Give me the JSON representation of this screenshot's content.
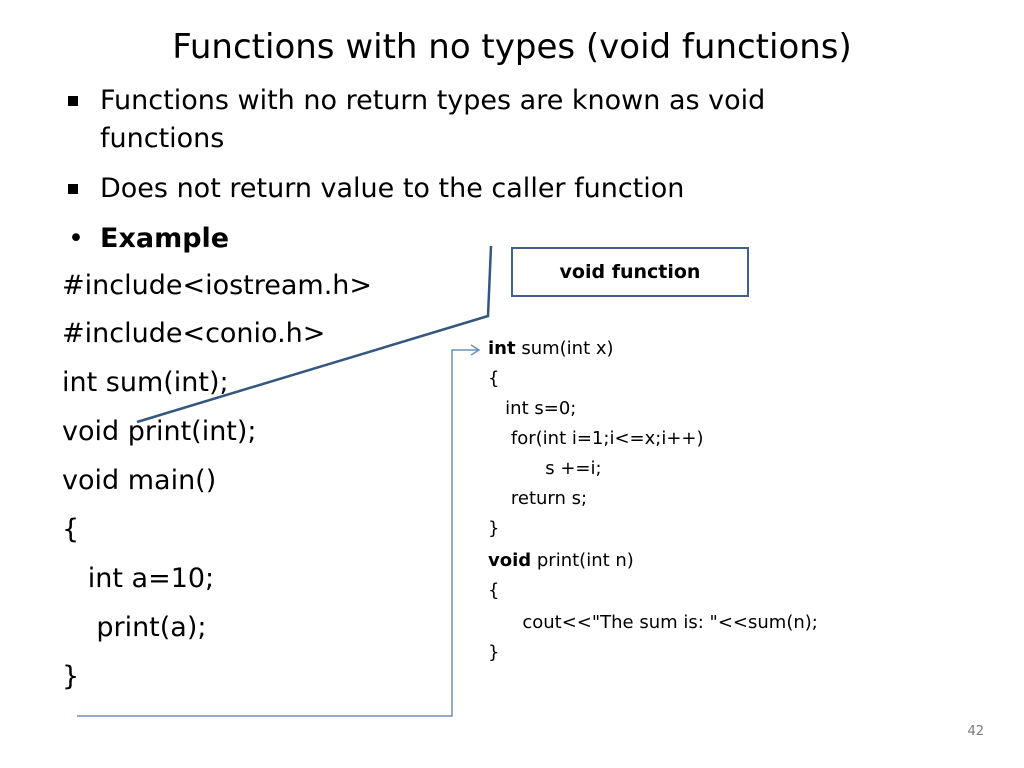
{
  "slide": {
    "title": "Functions with no types (void functions)",
    "bullets": [
      {
        "marker": "square",
        "text": "Functions with no return types are known as void functions"
      },
      {
        "marker": "square",
        "text": "Does not return value to the caller function"
      },
      {
        "marker": "dot",
        "text": "Example"
      }
    ],
    "left_code": [
      "#include<iostream.h>",
      "#include<conio.h>",
      "int sum(int);",
      "void print(int);",
      "void main()",
      "{",
      "   int a=10;",
      "    print(a);",
      "}"
    ],
    "callout_label": "void function",
    "right_code": [
      {
        "kw": "int",
        "rest": " sum(int x)"
      },
      {
        "kw": "",
        "rest": "{"
      },
      {
        "kw": "",
        "rest": "   int s=0;"
      },
      {
        "kw": "",
        "rest": "    for(int i=1;i<=x;i++)"
      },
      {
        "kw": "",
        "rest": "          s +=i;"
      },
      {
        "kw": "",
        "rest": "    return s;"
      },
      {
        "kw": "",
        "rest": "}"
      },
      {
        "kw": "void",
        "rest": " print(int n)"
      },
      {
        "kw": "",
        "rest": "{"
      },
      {
        "kw": "",
        "rest": "      cout<<\"The sum is: \"<<sum(n);"
      },
      {
        "kw": "",
        "rest": "}"
      }
    ],
    "page_number": "42",
    "colors": {
      "callout_border": "#41618c",
      "connector": "#35577f",
      "arrow": "#6f8fb6",
      "page_number": "#7a7a7a"
    }
  }
}
